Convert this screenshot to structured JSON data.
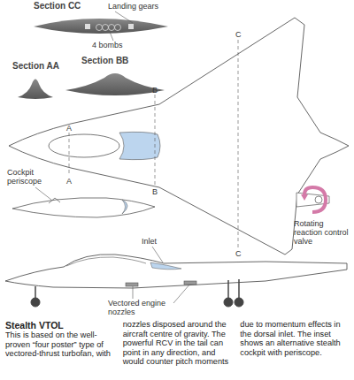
{
  "diagram": {
    "title": "Stealth VTOL",
    "caption": "This is based on the well-proven “four poster” type of vectored-thrust turbofan, with nozzles disposed around the aircraft centre of gravity. The powerful RCV in the tail can point in any direction, and would counter pitch moments due to momentum effects in the dorsal inlet. The inset shows an alternative stealth cockpit with periscope.",
    "labels": [
      "Section CC",
      "Landing gears",
      "4 bombs",
      "Section AA",
      "Section BB",
      "A",
      "B",
      "C",
      "A",
      "B",
      "C",
      "Cockpit periscope",
      "Inlet",
      "Rotating reaction control valve",
      "Vectored engine nozzles"
    ]
  }
}
